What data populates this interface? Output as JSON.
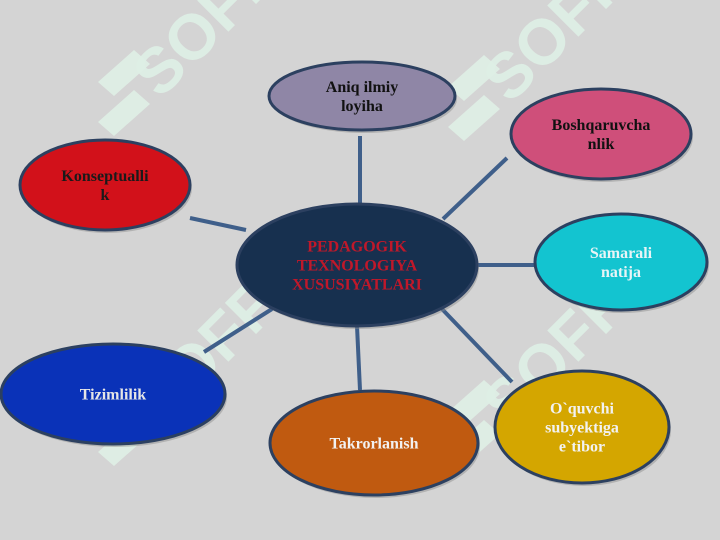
{
  "watermark": {
    "text": "SOFF",
    "color": "#dff0e6"
  },
  "diagram": {
    "center": {
      "lines": [
        "PEDAGOGIK",
        "TEXNOLOGIYA",
        "XUSUSIYATLARI"
      ],
      "fill": "#17304f",
      "text_color": "#c0182a"
    },
    "nodes": [
      {
        "key": "aniq",
        "lines": [
          "Aniq ilmiy",
          "loyiha"
        ],
        "fill": "#8f86a6",
        "text_color": "#111111"
      },
      {
        "key": "boshqaruv",
        "lines": [
          "Boshqaruvcha",
          "nlik"
        ],
        "fill": "#cf4f7a",
        "text_color": "#111111"
      },
      {
        "key": "samarali",
        "lines": [
          "Samarali",
          "natija"
        ],
        "fill": "#13c4d0",
        "text_color": "#e8f4f6"
      },
      {
        "key": "oquvchi",
        "lines": [
          "O`quvchi",
          "subyektiga",
          "e`tibor"
        ],
        "fill": "#d4a600",
        "text_color": "#f2f2f2"
      },
      {
        "key": "takror",
        "lines": [
          "Takrorlanish"
        ],
        "fill": "#c05a10",
        "text_color": "#f2f2f2"
      },
      {
        "key": "tizim",
        "lines": [
          "Tizimlilik"
        ],
        "fill": "#0a32b8",
        "text_color": "#e6e6e6"
      },
      {
        "key": "konsept",
        "lines": [
          "Konseptualli",
          "k"
        ],
        "fill": "#d2111a",
        "text_color": "#1a1a1a"
      }
    ]
  }
}
